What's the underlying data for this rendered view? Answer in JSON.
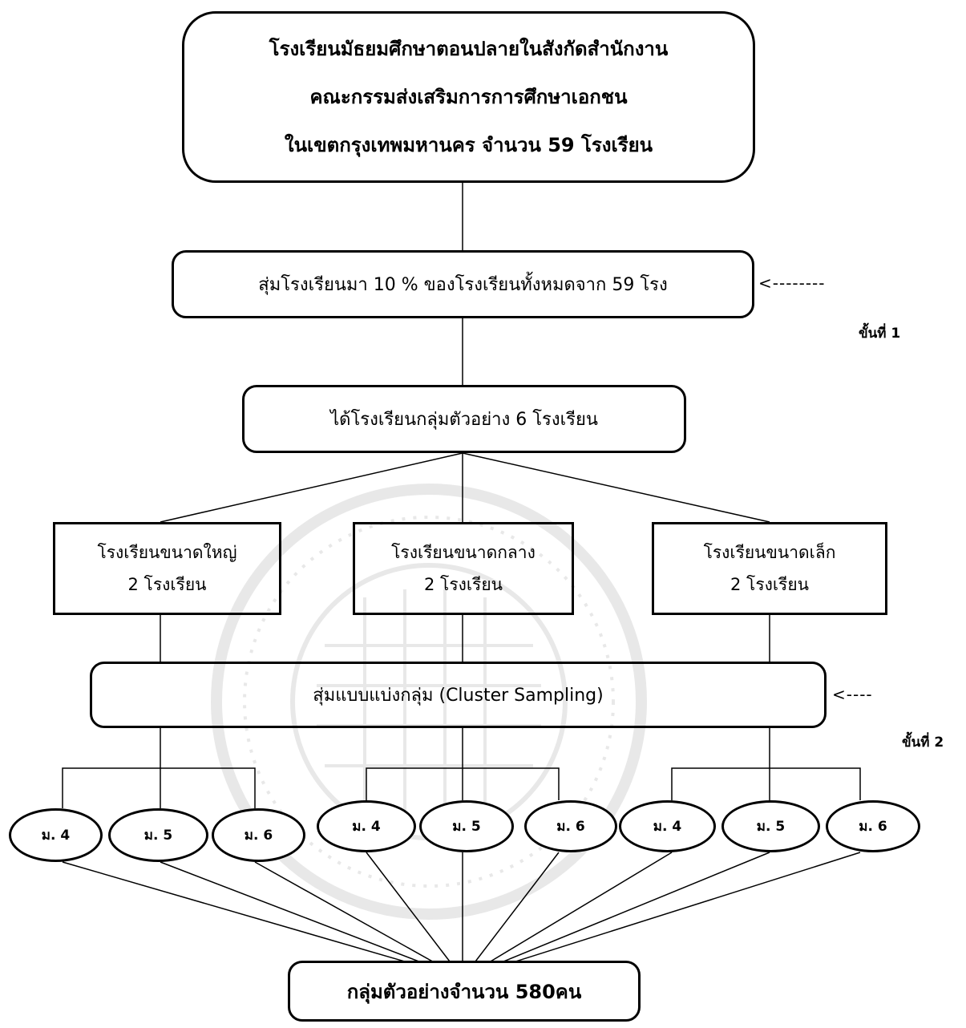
{
  "top_box": {
    "line1": "โรงเรียนมัธยมศึกษาตอนปลายในสังกัดสำนักงาน",
    "line2": "คณะกรรมส่งเสริมการการศึกษาเอกชน",
    "line3": "ในเขตกรุงเทพมหานคร จำนวน 59 โรงเรียน"
  },
  "sample_box": "สุ่มโรงเรียนมา 10 % ของโรงเรียนทั้งหมดจาก 59 โรง",
  "result_box": "ได้โรงเรียนกลุ่มตัวอย่าง 6 โรงเรียน",
  "size_boxes": [
    {
      "title": "โรงเรียนขนาดใหญ่",
      "count": "2 โรงเรียน"
    },
    {
      "title": "โรงเรียนขนาดกลาง",
      "count": "2 โรงเรียน"
    },
    {
      "title": "โรงเรียนขนาดเล็ก",
      "count": "2 โรงเรียน"
    }
  ],
  "cluster_box": "สุ่มแบบแบ่งกลุ่ม (Cluster Sampling)",
  "grades": [
    "ม. 4",
    "ม. 5",
    "ม. 6",
    "ม. 4",
    "ม. 5",
    "ม. 6",
    "ม. 4",
    "ม. 5",
    "ม. 6"
  ],
  "final_box": "กลุ่มตัวอย่างจำนวน 580คน",
  "steps": {
    "step1": "ขั้นที่ 1",
    "step2": "ขั้นที่ 2",
    "arrow1": "<--------",
    "arrow2": "<----"
  }
}
